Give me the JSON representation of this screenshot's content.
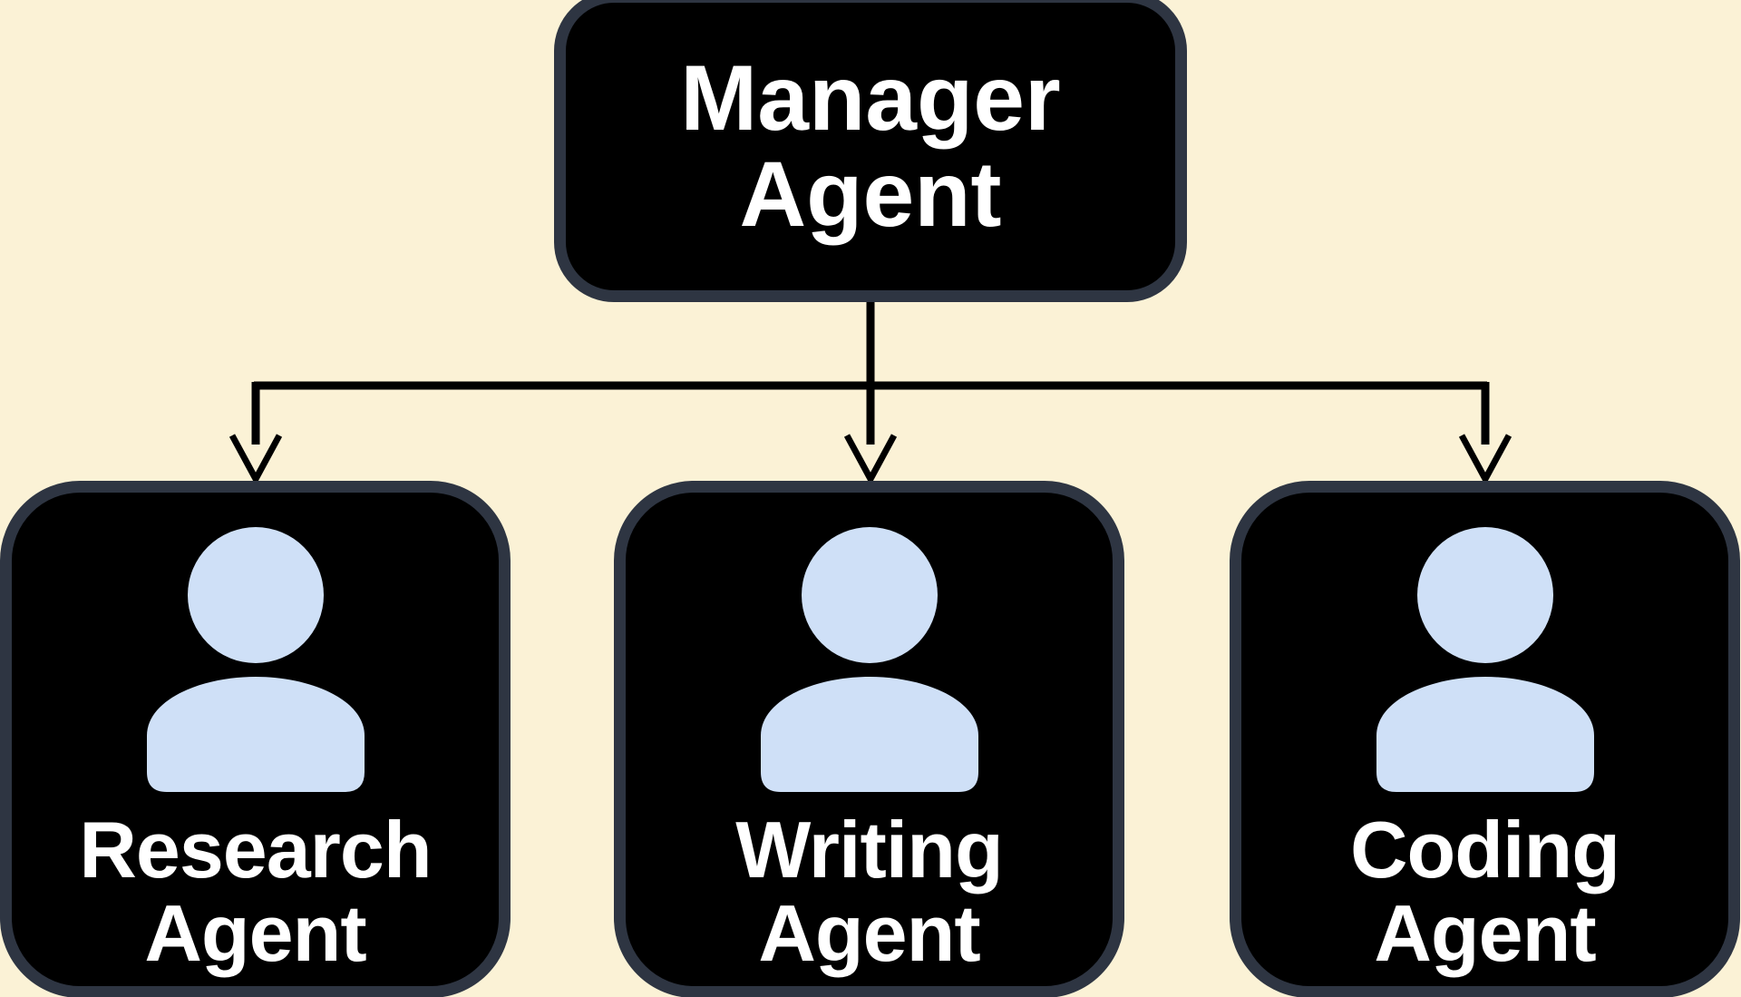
{
  "diagram": {
    "manager": {
      "line1": "Manager",
      "line2": "Agent"
    },
    "agents": [
      {
        "line1": "Research",
        "line2": "Agent",
        "icon": "person-icon"
      },
      {
        "line1": "Writing",
        "line2": "Agent",
        "icon": "person-icon"
      },
      {
        "line1": "Coding",
        "line2": "Agent",
        "icon": "person-icon"
      }
    ],
    "colors": {
      "background": "#fbf2d6",
      "node_fill": "#000000",
      "node_border": "#2e3542",
      "text": "#ffffff",
      "icon": "#cfe0f7",
      "connector": "#000000"
    }
  }
}
